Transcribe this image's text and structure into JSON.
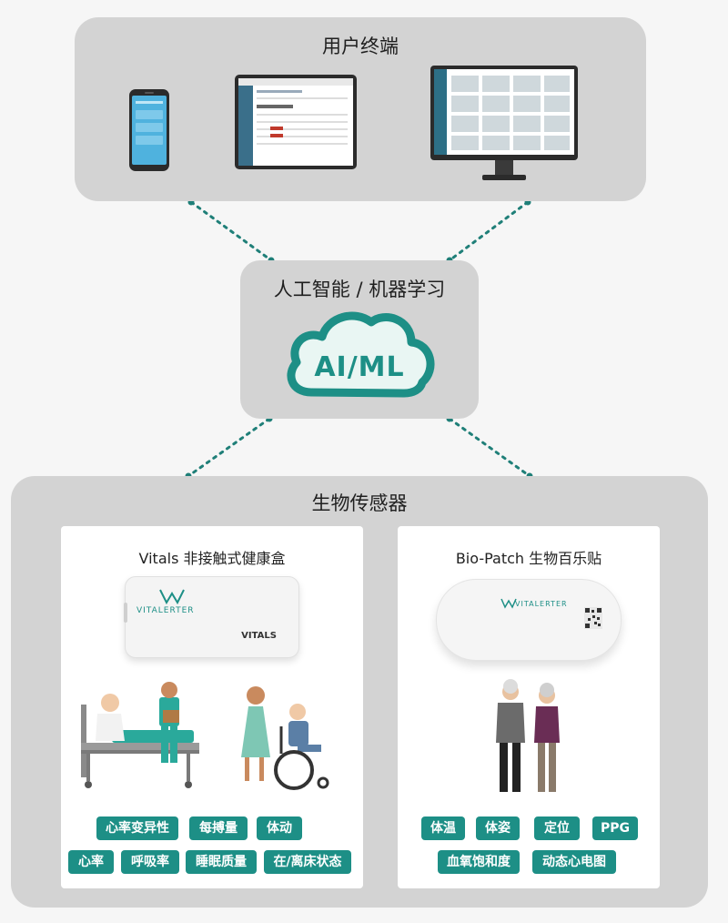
{
  "colors": {
    "panel": "#d3d3d3",
    "card": "#ffffff",
    "accent": "#1d8f86",
    "connector": "#1f7f78"
  },
  "terminals": {
    "title": "用户终端",
    "devices": [
      "phone-icon",
      "tablet-icon",
      "monitor-icon"
    ]
  },
  "ai": {
    "title": "人工智能 / 机器学习",
    "cloud_label": "AI/ML",
    "icon": "cloud-icon"
  },
  "sensors": {
    "title": "生物传感器",
    "vitals": {
      "title": "Vitals 非接触式健康盒",
      "device_brand": "VITALERTER",
      "device_model": "VITALS",
      "tags": [
        "心率变异性",
        "每搏量",
        "体动",
        "心率",
        "呼吸率",
        "睡眠质量",
        "在/离床状态"
      ]
    },
    "biopatch": {
      "title": "Bio-Patch 生物百乐贴",
      "device_brand": "VITALERTER",
      "tags": [
        "体温",
        "体姿",
        "定位",
        "PPG",
        "血氧饱和度",
        "动态心电图"
      ]
    }
  }
}
